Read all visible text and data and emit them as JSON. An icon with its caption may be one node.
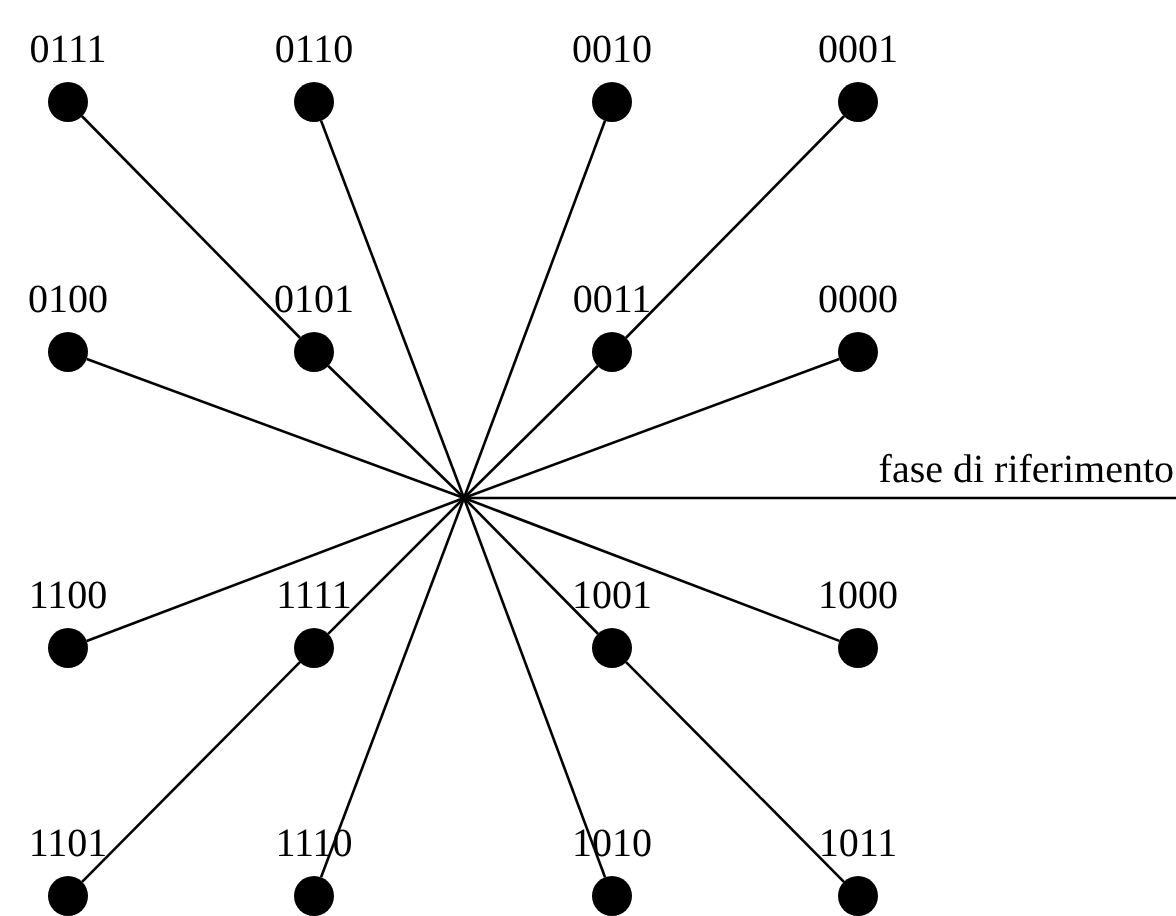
{
  "diagram": {
    "nodes": [
      {
        "text": [],
        "shape": "circle",
        "beside": [
          "0111"
        ]
      },
      {
        "text": [],
        "shape": "circle",
        "beside": [
          "0110"
        ]
      },
      {
        "text": [],
        "shape": "circle",
        "beside": [
          "0010"
        ]
      },
      {
        "text": [],
        "shape": "circle",
        "beside": [
          "0001"
        ]
      },
      {
        "text": [],
        "shape": "circle",
        "beside": [
          "0100"
        ]
      },
      {
        "text": [],
        "shape": "circle",
        "beside": [
          "0101"
        ]
      },
      {
        "text": [],
        "shape": "circle",
        "beside": [
          "0011"
        ]
      },
      {
        "text": [],
        "shape": "circle",
        "beside": [
          "0000"
        ]
      },
      {
        "text": [],
        "shape": "circle",
        "beside": [
          "1100"
        ]
      },
      {
        "text": [],
        "shape": "circle",
        "beside": [
          "1111"
        ]
      },
      {
        "text": [],
        "shape": "circle",
        "beside": [
          "1001"
        ]
      },
      {
        "text": [],
        "shape": "circle",
        "beside": [
          "1000"
        ]
      },
      {
        "text": [],
        "shape": "circle",
        "beside": [
          "1101"
        ]
      },
      {
        "text": [],
        "shape": "circle",
        "beside": [
          "1110"
        ]
      },
      {
        "text": [],
        "shape": "circle",
        "beside": [
          "1010"
        ]
      },
      {
        "text": [],
        "shape": "circle",
        "beside": [
          "1011"
        ]
      }
    ],
    "edges": [
      {
        "from": 0,
        "to": 5,
        "arrow": "none"
      },
      {
        "from": null,
        "to": 1,
        "arrow": "none"
      },
      {
        "from": null,
        "to": 2,
        "arrow": "none"
      },
      {
        "from": 3,
        "to": 6,
        "arrow": "none"
      },
      {
        "from": null,
        "to": 4,
        "arrow": "none"
      },
      {
        "from": null,
        "to": 5,
        "arrow": "none"
      },
      {
        "from": null,
        "to": 6,
        "arrow": "none"
      },
      {
        "from": null,
        "to": 7,
        "arrow": "none"
      },
      {
        "from": null,
        "to": 8,
        "arrow": "none"
      },
      {
        "from": null,
        "to": 9,
        "arrow": "none"
      },
      {
        "from": null,
        "to": 10,
        "arrow": "none"
      },
      {
        "from": null,
        "to": 11,
        "arrow": "none"
      },
      {
        "from": 12,
        "to": 9,
        "arrow": "none"
      },
      {
        "from": null,
        "to": 13,
        "arrow": "none"
      },
      {
        "from": null,
        "to": 14,
        "arrow": "none"
      },
      {
        "from": 15,
        "to": 10,
        "arrow": "none"
      }
    ],
    "labels": [
      "fase di riferimento"
    ]
  }
}
